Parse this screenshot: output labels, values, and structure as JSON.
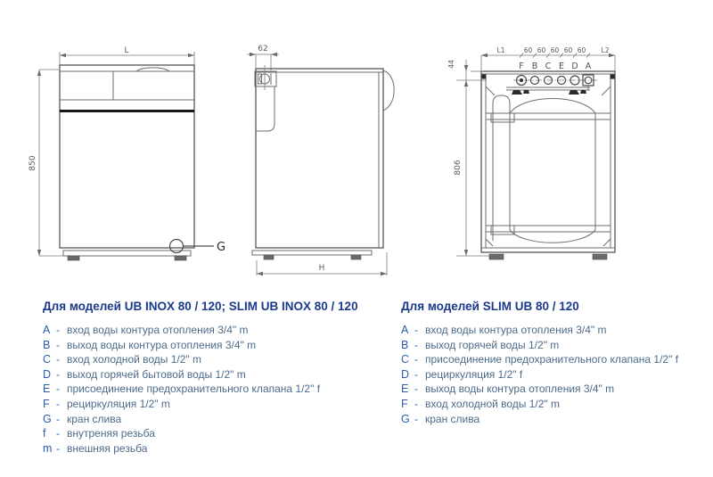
{
  "drawings": {
    "front": {
      "width_label": "L",
      "height_label": "850",
      "drain_label": "G"
    },
    "side": {
      "offset_label": "62",
      "depth_label": "H"
    },
    "rear": {
      "l1_label": "L1",
      "l2_label": "L2",
      "spacings": [
        "60",
        "60",
        "60",
        "60",
        "60"
      ],
      "ports": [
        "F",
        "B",
        "C",
        "E",
        "D",
        "A"
      ],
      "top_offset_label": "44",
      "height_label": "806"
    }
  },
  "legend_left": {
    "title": "Для моделей UB INOX 80 / 120; SLIM UB INOX 80 / 120",
    "items": [
      {
        "key": "A",
        "dash": "-",
        "text": "вход воды контура отопления 3/4\" m"
      },
      {
        "key": "B",
        "dash": "-",
        "text": "выход воды контура отопления 3/4\" m"
      },
      {
        "key": "C",
        "dash": "-",
        "text": "вход холодной воды 1/2\" m"
      },
      {
        "key": "D",
        "dash": "-",
        "text": "выход горячей бытовой воды 1/2\" m"
      },
      {
        "key": "E",
        "dash": "-",
        "text": "присоединение предохранительного клапана 1/2\" f"
      },
      {
        "key": "F",
        "dash": "-",
        "text": "рециркуляция 1/2\" m"
      },
      {
        "key": "G",
        "dash": "-",
        "text": "кран слива"
      },
      {
        "key": "f",
        "dash": "-",
        "text": "внутреняя резьба"
      },
      {
        "key": "m",
        "dash": "-",
        "text": "внешняя резьба"
      }
    ]
  },
  "legend_right": {
    "title": "Для моделей SLIM UB 80 / 120",
    "items": [
      {
        "key": "A",
        "dash": "-",
        "text": "вход воды контура отопления 3/4\" m"
      },
      {
        "key": "B",
        "dash": "-",
        "text": "выход горячей воды 1/2\" m"
      },
      {
        "key": "C",
        "dash": "-",
        "text": "присоединение предохранительного клапана 1/2\" f"
      },
      {
        "key": "D",
        "dash": "-",
        "text": "рециркуляция 1/2\" f"
      },
      {
        "key": "E",
        "dash": "-",
        "text": "выход воды контура отопления 3/4\" m"
      },
      {
        "key": "F",
        "dash": "-",
        "text": "вход холодной воды 1/2\" m"
      },
      {
        "key": "G",
        "dash": "-",
        "text": "кран слива"
      }
    ]
  },
  "colors": {
    "title_navy": "#1b3a8c",
    "key_blue": "#2b5cb0",
    "body_text": "#4c6b8a",
    "line_gray": "#6e6e6e"
  }
}
